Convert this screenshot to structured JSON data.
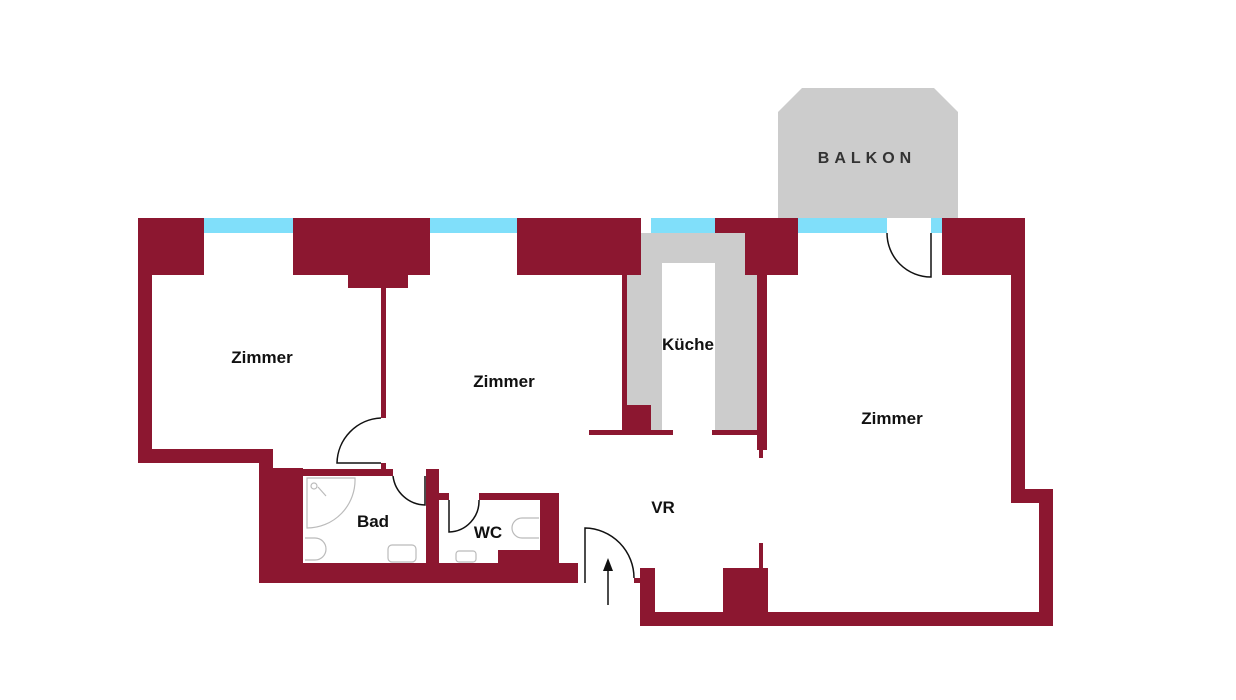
{
  "title": "Floor plan",
  "rooms": {
    "zimmer_left": "Zimmer",
    "zimmer_middle": "Zimmer",
    "kueche": "Küche",
    "zimmer_right": "Zimmer",
    "vr": "VR",
    "bad": "Bad",
    "wc": "WC",
    "balkon": "BALKON"
  },
  "colors": {
    "wall": "#8c1730",
    "window": "#80dffa",
    "fixed": "#cccccc"
  }
}
